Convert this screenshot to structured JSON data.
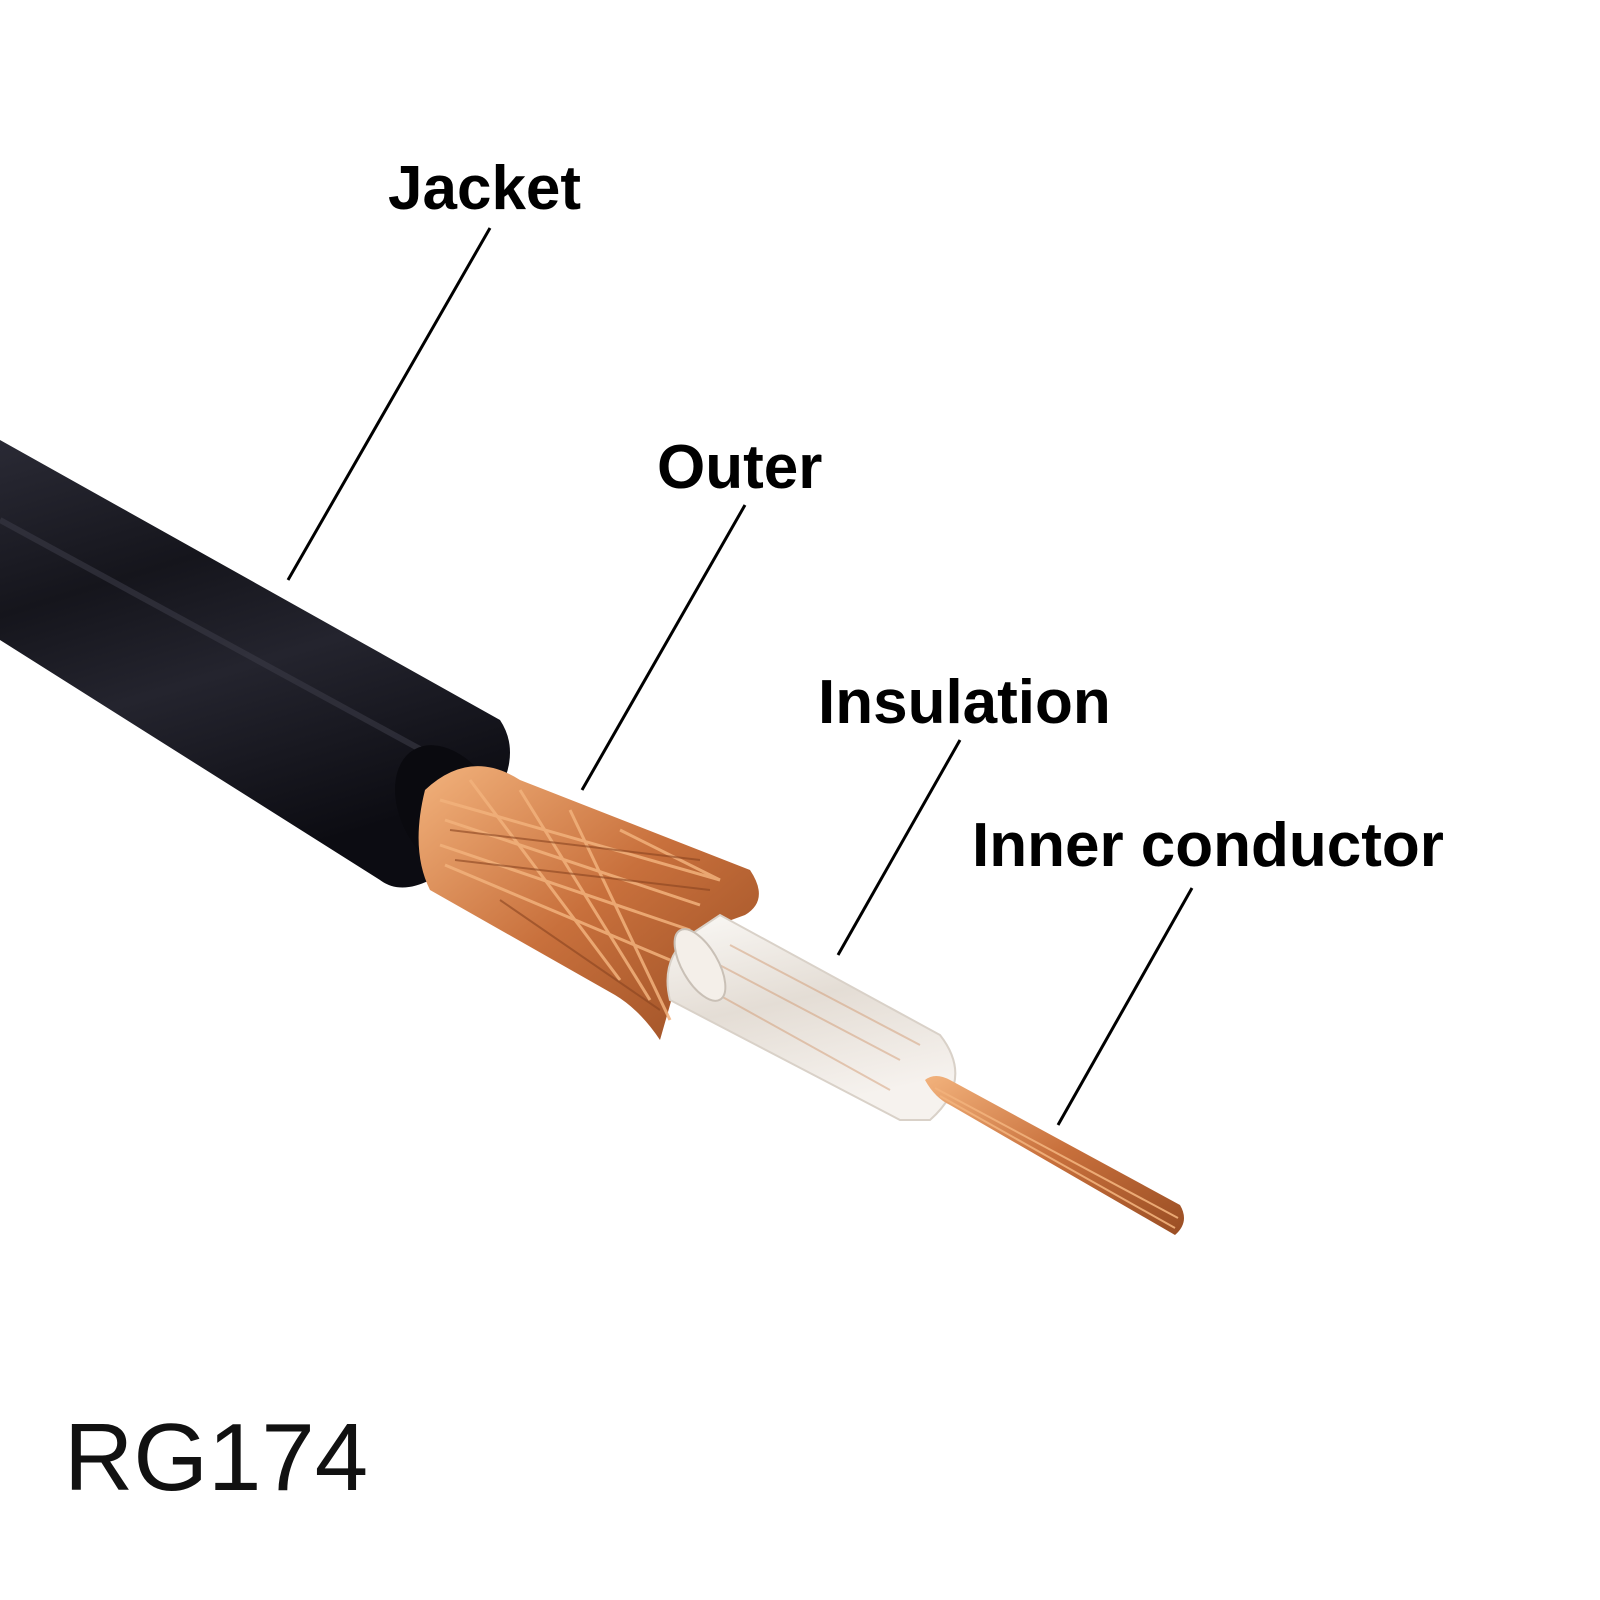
{
  "labels": {
    "jacket": "Jacket",
    "outer": "Outer",
    "insulation": "Insulation",
    "inner_conductor": "Inner conductor"
  },
  "model": "RG174",
  "colors": {
    "background": "#ffffff",
    "jacket": "#15151c",
    "copper": "#c8703c",
    "copper_light": "#f0b07a",
    "insulation": "#ece8e2",
    "leader_line": "#000000"
  }
}
